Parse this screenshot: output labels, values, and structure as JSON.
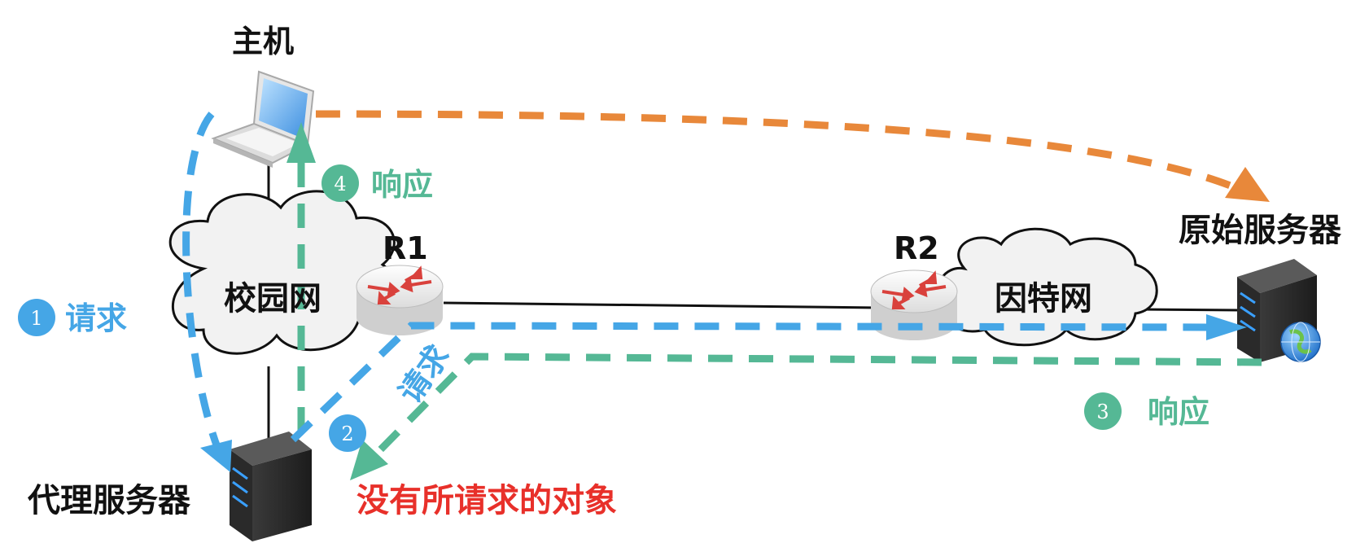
{
  "labels": {
    "host": "主机",
    "campus": "校园网",
    "internet": "因特网",
    "r1": "R1",
    "r2": "R2",
    "origin_server": "原始服务器",
    "proxy_server": "代理服务器",
    "no_object": "没有所请求的对象"
  },
  "steps": [
    {
      "num": "1",
      "text": "请求"
    },
    {
      "num": "2",
      "text": "请求"
    },
    {
      "num": "3",
      "text": "响应"
    },
    {
      "num": "4",
      "text": "响应"
    }
  ],
  "colors": {
    "blue": "#45A6E6",
    "green": "#55B895",
    "orange": "#E8883A",
    "red": "#E8302A",
    "line": "#111111"
  },
  "icons": [
    "laptop-icon",
    "router-icon",
    "server-icon",
    "globe-icon",
    "cloud-icon"
  ]
}
